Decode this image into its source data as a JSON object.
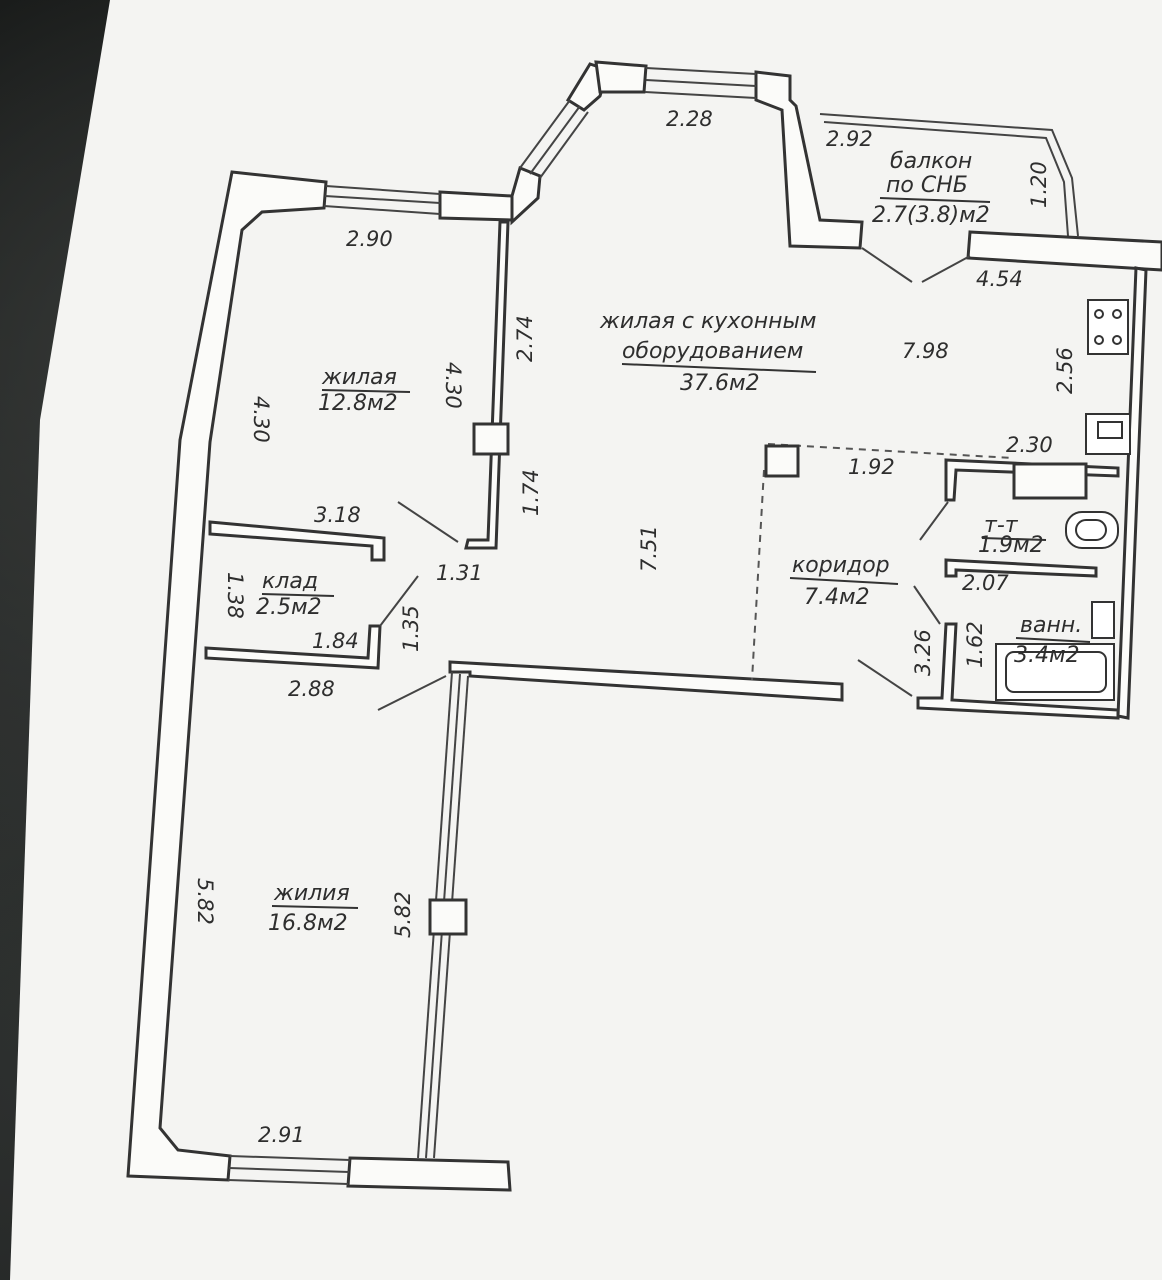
{
  "plan": {
    "rooms": {
      "living_kitchen": {
        "line1": "жилая с кухонным",
        "line2": "оборудованием",
        "area": "37.6м2"
      },
      "bedroom_north": {
        "name": "жилая",
        "area": "12.8м2"
      },
      "storage": {
        "name": "клад",
        "area": "2.5м2"
      },
      "bedroom_south": {
        "name": "жилия",
        "area": "16.8м2"
      },
      "corridor": {
        "name": "коридор",
        "area": "7.4м2"
      },
      "toilet": {
        "name": "т-т",
        "area": "1.9м2"
      },
      "bath": {
        "name": "ванн.",
        "area": "3.4м2"
      },
      "balcony": {
        "name": "балкон",
        "line2": "по СНБ",
        "area": "2.7(3.8)м2"
      }
    },
    "dimensions": {
      "d228": "2.28",
      "d292": "2.92",
      "d120": "1.20",
      "d290": "2.90",
      "d454": "4.54",
      "d274": "2.74",
      "d430a": "4.30",
      "d430b": "4.30",
      "d798": "7.98",
      "d256": "2.56",
      "d230": "2.30",
      "d192": "1.92",
      "d174": "1.74",
      "d318": "3.18",
      "d131": "1.31",
      "d751": "7.51",
      "d138": "1.38",
      "d184": "1.84",
      "d135": "1.35",
      "d207": "2.07",
      "d326": "3.26",
      "d162": "1.62",
      "d288": "2.88",
      "d582a": "5.82",
      "d582b": "5.82",
      "d291": "2.91"
    }
  }
}
